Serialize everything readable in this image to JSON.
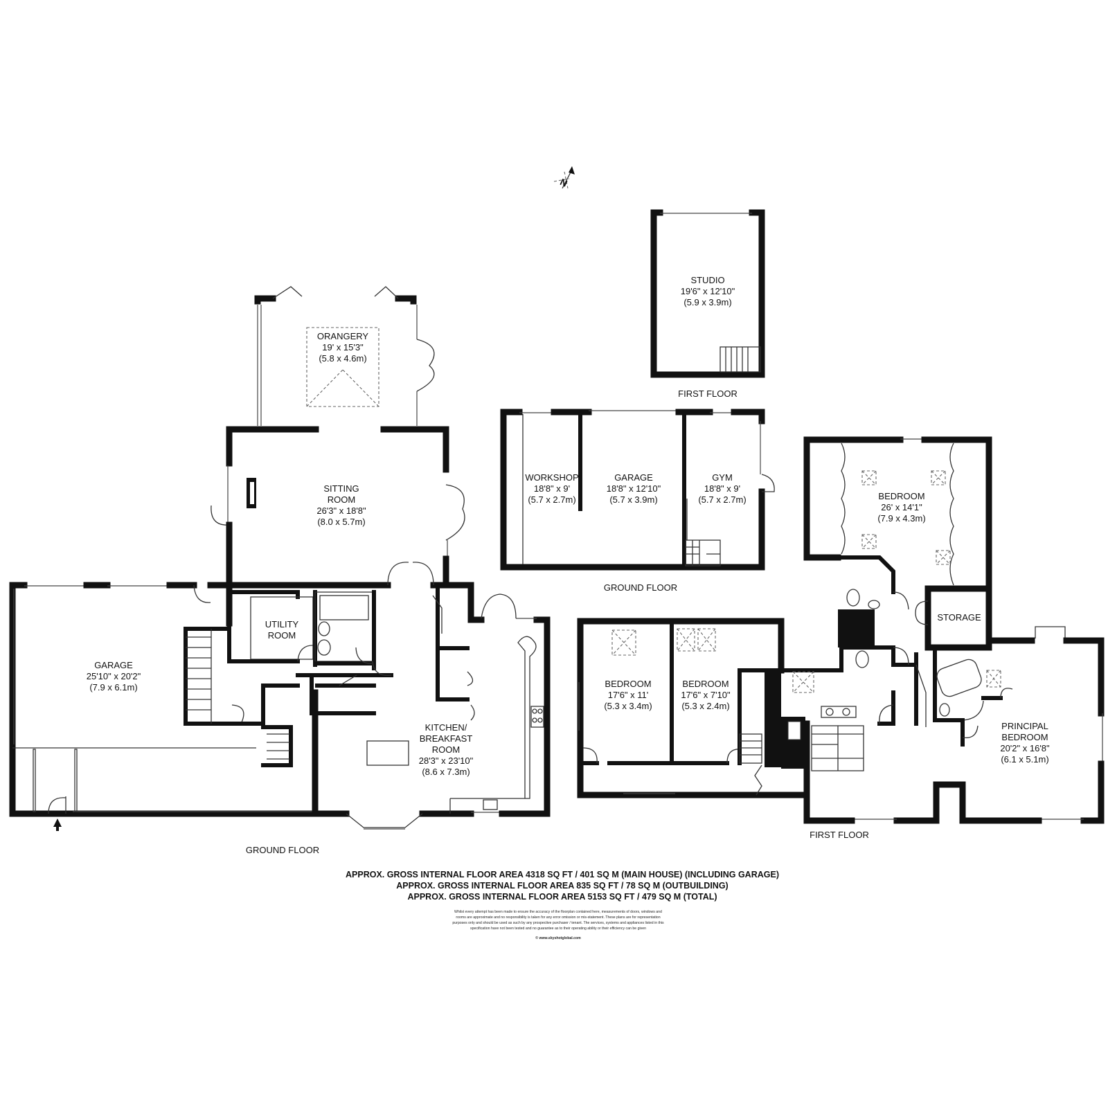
{
  "compass": {
    "icon": "north-arrow-icon",
    "letter": "N"
  },
  "rooms": {
    "orangery": {
      "name": "ORANGERY",
      "imperial": "19' x 15'3\"",
      "metric": "(5.8 x 4.6m)"
    },
    "sitting_room": {
      "name_1": "SITTING",
      "name_2": "ROOM",
      "imperial": "26'3\" x 18'8\"",
      "metric": "(8.0 x 5.7m)"
    },
    "garage_main": {
      "name": "GARAGE",
      "imperial": "25'10\" x 20'2\"",
      "metric": "(7.9 x 6.1m)"
    },
    "utility_room": {
      "name_1": "UTILITY",
      "name_2": "ROOM"
    },
    "kitchen": {
      "name_1": "KITCHEN/",
      "name_2": "BREAKFAST",
      "name_3": "ROOM",
      "imperial": "28'3\" x 23'10\"",
      "metric": "(8.6 x 7.3m)"
    },
    "studio": {
      "name": "STUDIO",
      "imperial": "19'6\" x 12'10\"",
      "metric": "(5.9 x 3.9m)"
    },
    "workshop": {
      "name": "WORKSHOP",
      "imperial": "18'8\" x 9'",
      "metric": "(5.7 x 2.7m)"
    },
    "garage_out": {
      "name": "GARAGE",
      "imperial": "18'8\" x 12'10\"",
      "metric": "(5.7 x 3.9m)"
    },
    "gym": {
      "name": "GYM",
      "imperial": "18'8\" x 9'",
      "metric": "(5.7 x 2.7m)"
    },
    "bedroom_a": {
      "name": "BEDROOM",
      "imperial": "17'6\" x 11'",
      "metric": "(5.3 x 3.4m)"
    },
    "bedroom_b": {
      "name": "BEDROOM",
      "imperial": "17'6\" x 7'10\"",
      "metric": "(5.3 x 2.4m)"
    },
    "bedroom_c": {
      "name": "BEDROOM",
      "imperial": "26' x 14'1\"",
      "metric": "(7.9 x 4.3m)"
    },
    "storage": {
      "name": "STORAGE"
    },
    "principal_bedroom": {
      "name_1": "PRINCIPAL",
      "name_2": "BEDROOM",
      "imperial": "20'2\" x 16'8\"",
      "metric": "(6.1 x 5.1m)"
    }
  },
  "floor_labels": {
    "ground_main": "GROUND FLOOR",
    "ground_outbuilding": "GROUND FLOOR",
    "first_outbuilding": "FIRST FLOOR",
    "first_main": "FIRST FLOOR"
  },
  "areas": [
    "APPROX. GROSS INTERNAL FLOOR AREA 4318 SQ FT / 401 SQ M (MAIN HOUSE) (INCLUDING GARAGE)",
    "APPROX. GROSS INTERNAL FLOOR AREA 835 SQ FT / 78 SQ M (OUTBUILDING)",
    "APPROX. GROSS INTERNAL FLOOR AREA 5153 SQ FT / 479 SQ M (TOTAL)"
  ],
  "disclaimer": [
    "Whilst every attempt has been made to ensure the accuracy of the floorplan contained here, measurements of doors, windows and",
    "rooms are approximate and no responsibility is taken for any error omission or mis-statement. These plans are for representation",
    "purposes only and should be used as such by any prospective purchaser / tenant. The services, systems and appliances listed in this",
    "specification have not been tested and no guarantee as to their operating ability or their efficiency can be given"
  ],
  "credit": "© www.skyshotglobal.com"
}
